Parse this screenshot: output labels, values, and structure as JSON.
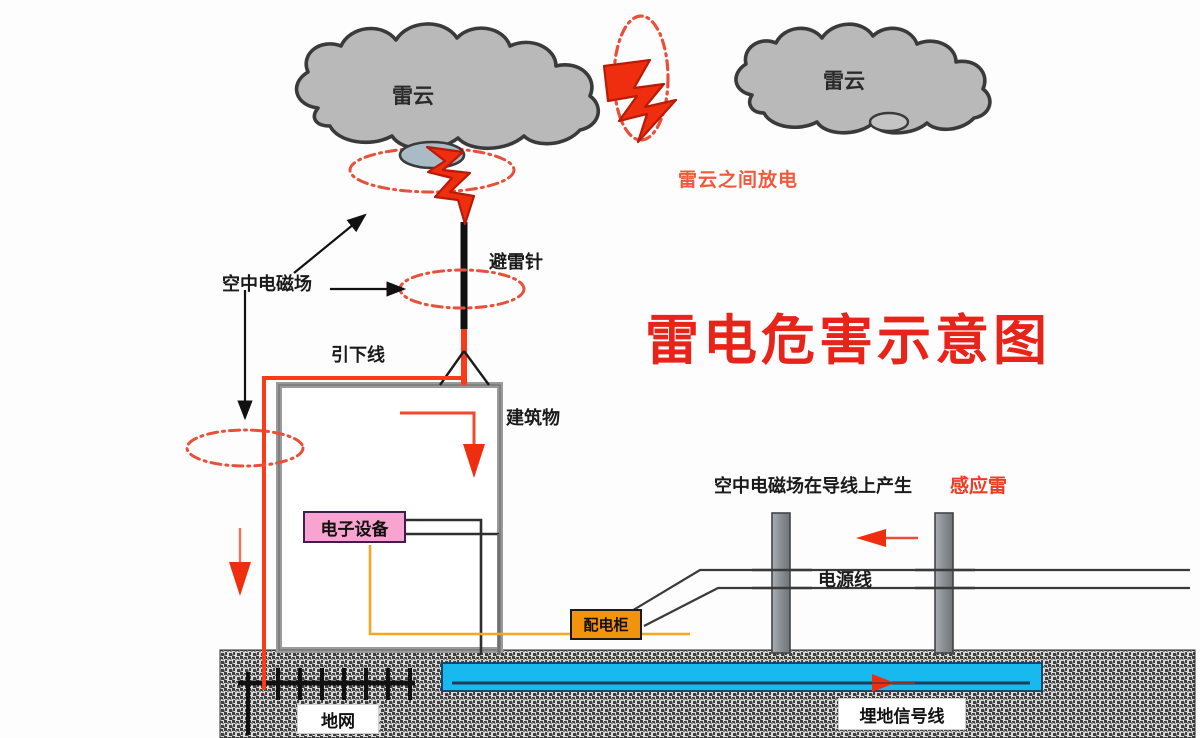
{
  "title": "雷电危害示意图",
  "labels": {
    "cloud_left": "雷云",
    "cloud_right": "雷云",
    "discharge_between_clouds": "雷云之间放电",
    "air_em_field": "空中电磁场",
    "lightning_rod": "避雷针",
    "down_conductor": "引下线",
    "building": "建筑物",
    "electronic_equipment": "电子设备",
    "distribution_cabinet": "配电柜",
    "power_line": "电源线",
    "ground_grid": "地网",
    "buried_signal_line": "埋地信号线",
    "induced_lightning_sentence": "空中电磁场在导线上产生",
    "induced_lightning": "感应雷"
  },
  "colors": {
    "title_red": "#e8231a",
    "discharge_text": "#f05a3c",
    "induced_text": "#ef3b22",
    "lightning_bolt": "#ef2e10",
    "bolt_dark": "#b81b07",
    "cloud_fill": "#b9b9b9",
    "cloud_stroke": "#3a3a3a",
    "down_conductor_red": "#fb3b17",
    "equipment_pink": "#f9a3d0",
    "equipment_border": "#3c2050",
    "cabinet_orange": "#f2930d",
    "buried_cable_cyan": "#17b9ef",
    "ground_dark": "#4d4d4d",
    "ground_light": "#d8d8d8",
    "pole_gray": "#8c9196",
    "wire_gray": "#4a4a4a",
    "orange_wire": "#f5a623",
    "em_field_ellipse": "#e8503a",
    "arrow_black": "#111111",
    "arrow_red": "#ef2e10"
  },
  "diagram_elements": [
    "thundercloud-left",
    "thundercloud-right",
    "cloud-to-cloud-bolt",
    "cloud-to-rod-bolt",
    "lightning-rod",
    "em-field-ellipse-upper",
    "em-field-ellipse-mid",
    "em-field-ellipse-lower",
    "down-conductor",
    "building",
    "electronic-equipment",
    "distribution-cabinet",
    "power-line-poles",
    "buried-signal-cable",
    "ground-grid",
    "earth-layer"
  ]
}
